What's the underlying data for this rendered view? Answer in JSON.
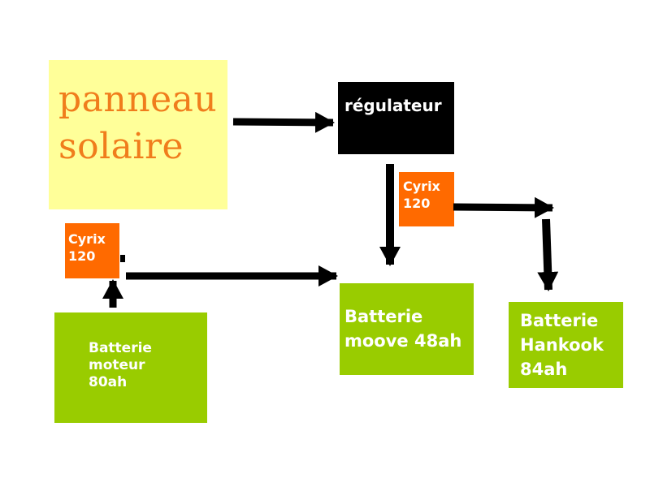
{
  "solar_panel": {
    "line1": "panneau",
    "line2": "solaire"
  },
  "regulator": {
    "label": "régulateur"
  },
  "cyrix_left": {
    "line1": "Cyrix",
    "line2": "120"
  },
  "cyrix_right": {
    "line1": "Cyrix",
    "line2": "120"
  },
  "battery_motor": {
    "line1": "Batterie",
    "line2": "moteur",
    "line3": "80ah"
  },
  "battery_moove": {
    "line1": "Batterie",
    "line2": "moove 48ah"
  },
  "battery_hankook": {
    "line1": "Batterie",
    "line2": "Hankook",
    "line3": "84ah"
  },
  "colors": {
    "solar_bg": "#ffff99",
    "solar_text": "#f07d1c",
    "regulator_bg": "#000000",
    "cyrix_bg": "#ff6a00",
    "battery_bg": "#99cc00",
    "arrow": "#000000"
  }
}
